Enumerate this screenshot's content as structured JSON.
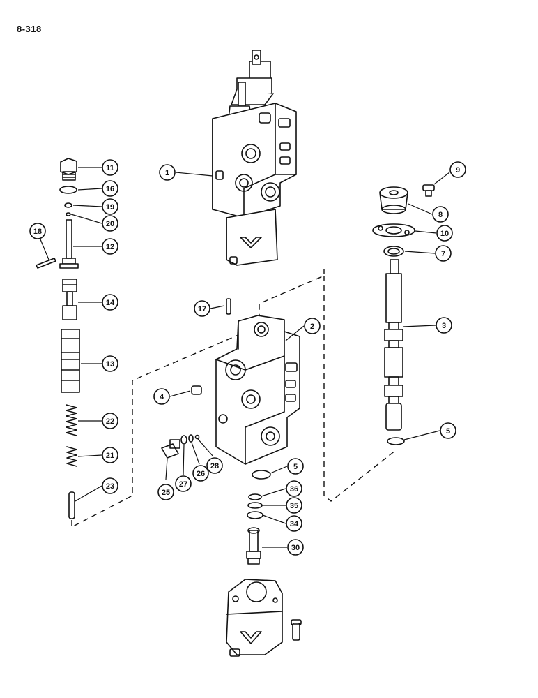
{
  "page_number": "8-318",
  "callouts": [
    {
      "id": "c1",
      "label": "1"
    },
    {
      "id": "c2",
      "label": "2"
    },
    {
      "id": "c3",
      "label": "3"
    },
    {
      "id": "c4",
      "label": "4"
    },
    {
      "id": "c5a",
      "label": "5"
    },
    {
      "id": "c5b",
      "label": "5"
    },
    {
      "id": "c7",
      "label": "7"
    },
    {
      "id": "c8",
      "label": "8"
    },
    {
      "id": "c9",
      "label": "9"
    },
    {
      "id": "c10",
      "label": "10"
    },
    {
      "id": "c11",
      "label": "11"
    },
    {
      "id": "c12",
      "label": "12"
    },
    {
      "id": "c13",
      "label": "13"
    },
    {
      "id": "c14",
      "label": "14"
    },
    {
      "id": "c16",
      "label": "16"
    },
    {
      "id": "c17",
      "label": "17"
    },
    {
      "id": "c18",
      "label": "18"
    },
    {
      "id": "c19",
      "label": "19"
    },
    {
      "id": "c20",
      "label": "20"
    },
    {
      "id": "c21",
      "label": "21"
    },
    {
      "id": "c22",
      "label": "22"
    },
    {
      "id": "c23",
      "label": "23"
    },
    {
      "id": "c25",
      "label": "25"
    },
    {
      "id": "c26",
      "label": "26"
    },
    {
      "id": "c27",
      "label": "27"
    },
    {
      "id": "c28",
      "label": "28"
    },
    {
      "id": "c30",
      "label": "30"
    },
    {
      "id": "c34",
      "label": "34"
    },
    {
      "id": "c35",
      "label": "35"
    },
    {
      "id": "c36",
      "label": "36"
    }
  ]
}
